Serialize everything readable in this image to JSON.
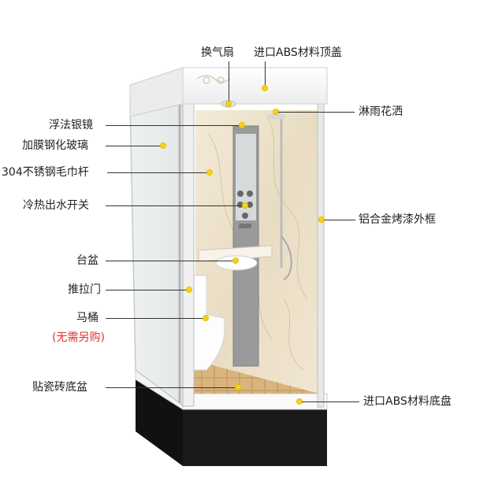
{
  "labels": {
    "fan": "换气扇",
    "top_cover": "进口ABS材料顶盖",
    "mirror": "浮法银镜",
    "shower": "淋雨花洒",
    "glass": "加膜钢化玻璃",
    "towel_bar": "304不锈钢毛巾杆",
    "switch": "冷热出水开关",
    "frame": "铝合金烤漆外框",
    "basin": "台盆",
    "sliding_door": "推拉门",
    "toilet": "马桶",
    "toilet_note": "(无需另购)",
    "tile_base": "贴瓷砖底盆",
    "base_tray": "进口ABS材料底盘"
  },
  "colors": {
    "leader": "#333333",
    "marker": "#f6d21a",
    "note": "#e0302a"
  }
}
